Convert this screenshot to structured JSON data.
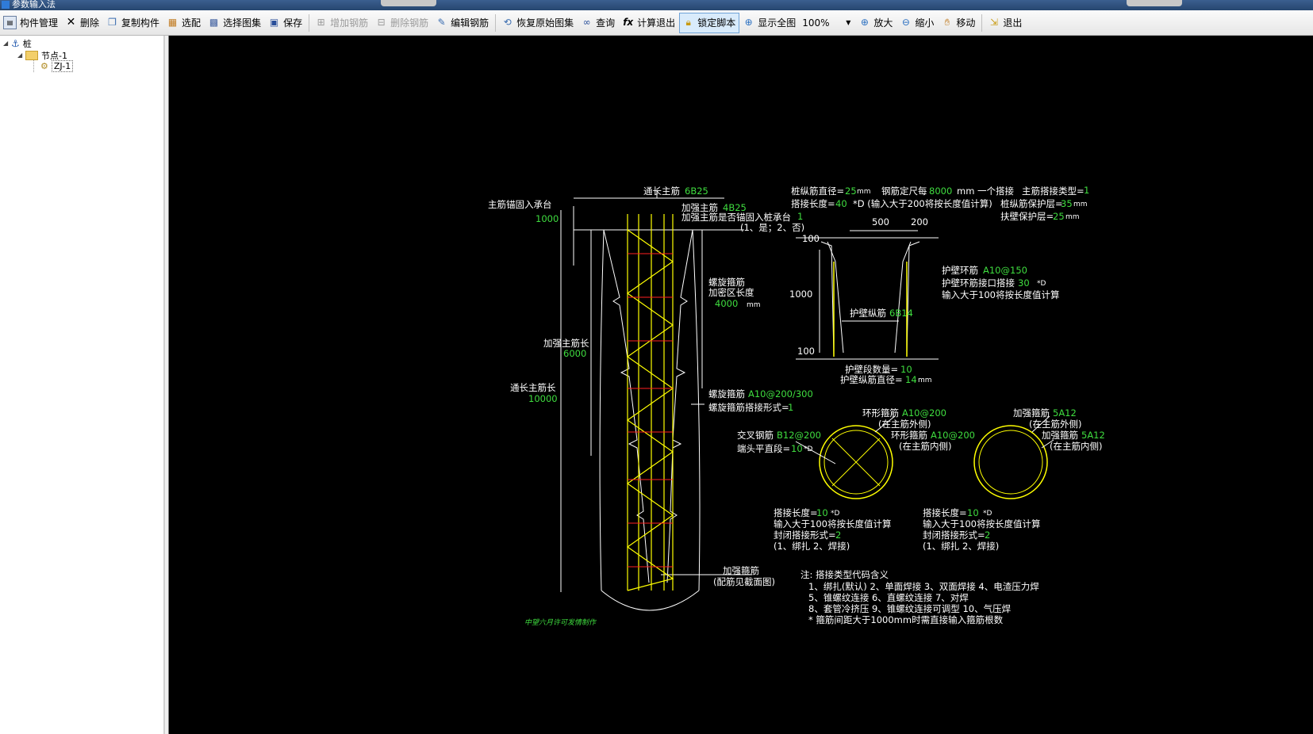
{
  "window": {
    "title": "参数输入法"
  },
  "toolbar": {
    "items": [
      {
        "label": "构件管理",
        "icon": "component-manager-icon"
      },
      {
        "label": "删除",
        "icon": "delete-icon"
      },
      {
        "label": "复制构件",
        "icon": "copy-component-icon"
      },
      {
        "label": "选配",
        "icon": "select-match-icon"
      },
      {
        "label": "选择图集",
        "icon": "select-atlas-icon"
      },
      {
        "label": "保存",
        "icon": "save-icon"
      },
      {
        "label": "增加钢筋",
        "icon": "add-rebar-icon"
      },
      {
        "label": "删除钢筋",
        "icon": "delete-rebar-icon"
      },
      {
        "label": "编辑钢筋",
        "icon": "edit-rebar-icon"
      },
      {
        "label": "恢复原始图集",
        "icon": "restore-atlas-icon"
      },
      {
        "label": "查询",
        "icon": "binoculars-icon"
      },
      {
        "label": "计算退出",
        "icon": "calc-exit-icon"
      },
      {
        "label": "锁定脚本",
        "icon": "lock-icon"
      },
      {
        "label": "显示全图",
        "icon": "show-all-icon"
      },
      {
        "label": "放大",
        "icon": "zoom-in-icon"
      },
      {
        "label": "缩小",
        "icon": "zoom-out-icon"
      },
      {
        "label": "移动",
        "icon": "move-icon"
      },
      {
        "label": "退出",
        "icon": "exit-icon"
      }
    ],
    "zoom_value": "100%"
  },
  "tree": {
    "root": "桩",
    "child": "节点-1",
    "leaf": "ZJ-1"
  },
  "drawing": {
    "pile": {
      "top_anchor_label": "主筋锚固入承台",
      "top_anchor_value": "1000",
      "full_main_label": "通长主筋",
      "full_main_value": "6B25",
      "reinf_main_label": "加强主筋",
      "reinf_main_value": "4B25",
      "reinf_anchor_label": "加强主筋是否锚固入桩承台",
      "reinf_anchor_value": "1",
      "reinf_anchor_opts": "(1、是；2、否)",
      "spiral_label": "螺旋箍筋",
      "dense_label": "加密区长度",
      "dense_value": "4000",
      "unit_mm": "mm",
      "reinf_len_label": "加强主筋长",
      "reinf_len_value": "6000",
      "full_len_label": "通长主筋长",
      "full_len_value": "10000",
      "spiral_stirrup_label": "螺旋箍筋",
      "spiral_stirrup_value": "A10@200/300",
      "spiral_lap_label": "螺旋箍筋搭接形式=",
      "spiral_lap_value": "1",
      "reinf_stirrup_label": "加强箍筋",
      "reinf_stirrup_note": "(配筋见截面图)",
      "signature": "中望六月许可发情制作"
    },
    "params": {
      "pile_dia_label": "桩纵筋直径=",
      "pile_dia_value": "25",
      "unit_mm": "mm",
      "fixlen_label": "钢筋定尺每",
      "fixlen_value": "8000",
      "fixlen_tail": "mm 一个搭接",
      "laptype_label": "主筋搭接类型=",
      "laptype_value": "1",
      "laplen_label": "搭接长度=",
      "laplen_value": "40",
      "laplen_tail": "*D (输入大于200将按长度值计算)",
      "cover_label": "桩纵筋保护层=",
      "cover_value": "35",
      "wallcover_label": "扶壁保护层=",
      "wallcover_value": "25"
    },
    "wall": {
      "dim_500": "500",
      "dim_200": "200",
      "dim_100_top": "100",
      "dim_1000": "1000",
      "dim_100_bot": "100",
      "ring_label": "护壁环筋",
      "ring_value": "A10@150",
      "ring_lap_label": "护壁环筋接口搭接",
      "ring_lap_value": "30",
      "ring_lap_unit": "*D",
      "ring_lap_note": "输入大于100将按长度值计算",
      "long_label": "护壁纵筋",
      "long_value": "6B14",
      "count_label": "护壁段数量=",
      "count_value": "10",
      "long_dia_label": "护壁纵筋直径=",
      "long_dia_value": "14",
      "unit_mm": "mm"
    },
    "section1": {
      "outer_label": "环形箍筋",
      "outer_value": "A10@200",
      "outer_note": "(在主筋外侧)",
      "cross_label": "交叉钢筋",
      "cross_value": "B12@200",
      "inner_label": "环形箍筋",
      "inner_value": "A10@200",
      "inner_note": "(在主筋内侧)",
      "end_label": "端头平直段=",
      "end_value": "10",
      "end_unit": "*D",
      "lap_label": "搭接长度=",
      "lap_value": "10",
      "lap_unit": "*D",
      "lap_note": "输入大于100将按长度值计算",
      "closed_label": "封闭搭接形式=",
      "closed_value": "2",
      "closed_opts": "(1、绑扎  2、焊接)"
    },
    "section2": {
      "outer_label": "加强箍筋",
      "outer_value": "5A12",
      "outer_note": "(在主筋外侧)",
      "inner_label": "加强箍筋",
      "inner_value": "5A12",
      "inner_note": "(在主筋内侧)",
      "lap_label": "搭接长度=",
      "lap_value": "10",
      "lap_unit": "*D",
      "lap_note": "输入大于100将按长度值计算",
      "closed_label": "封闭搭接形式=",
      "closed_value": "2",
      "closed_opts": "(1、绑扎  2、焊接)"
    },
    "notes": {
      "title": "注: 搭接类型代码含义",
      "line1": "1、绑扎(默认)    2、单面焊接    3、双面焊接    4、电渣压力焊",
      "line2": "5、锥螺纹连接    6、直螺纹连接    7、对焊",
      "line3": "8、套管冷挤压    9、锥螺纹连接可调型    10、气压焊",
      "line4": "* 箍筋间距大于1000mm时需直接输入箍筋根数"
    }
  },
  "colors": {
    "canvas_bg": "#000000",
    "line": "#ffffff",
    "rebar": "#ffff00",
    "stirrup": "#ff2020",
    "value": "#3fdd3f"
  }
}
